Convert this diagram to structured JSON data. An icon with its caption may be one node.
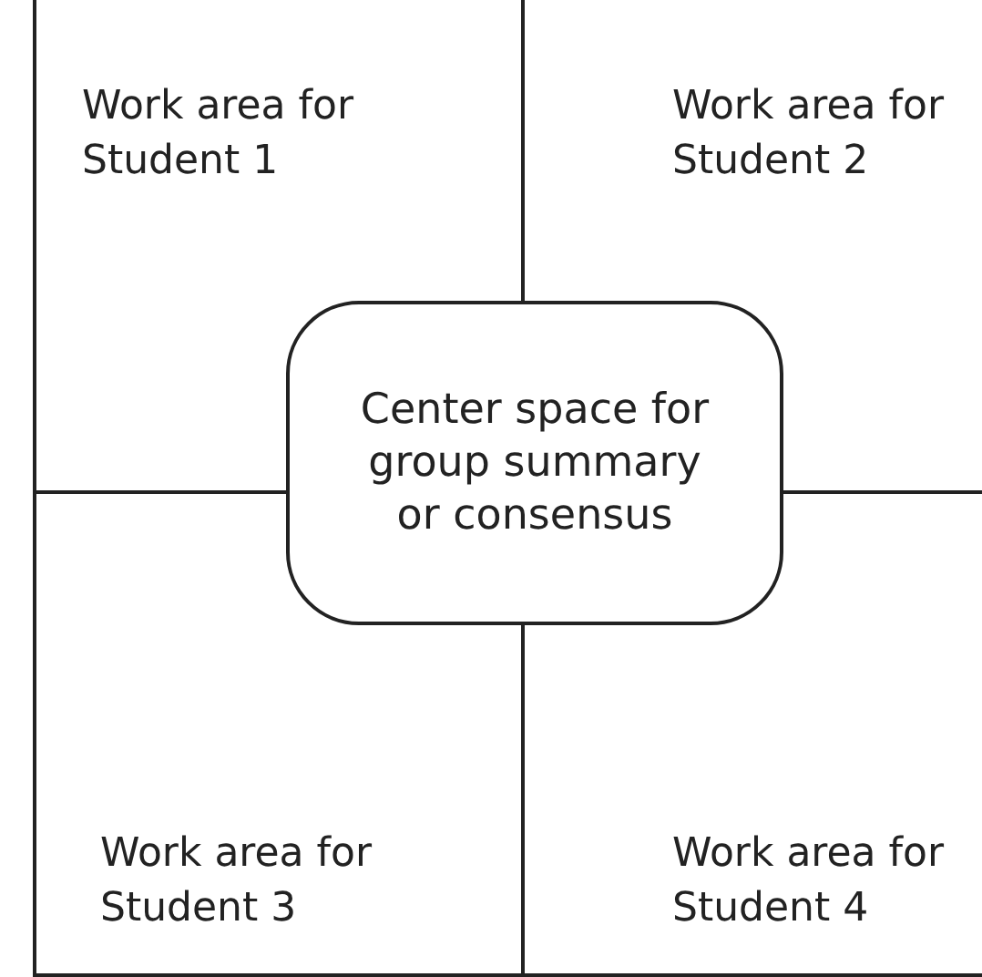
{
  "diagram": {
    "nodes": [
      {
        "text": [
          "Work area for Student 1"
        ]
      },
      {
        "text": [
          "Work area for Student 2"
        ]
      },
      {
        "text": [
          "Center space for group summary or consensus"
        ]
      },
      {
        "text": [
          "Work area for Student 3"
        ]
      },
      {
        "text": [
          "Work area for Student 4"
        ]
      }
    ]
  }
}
